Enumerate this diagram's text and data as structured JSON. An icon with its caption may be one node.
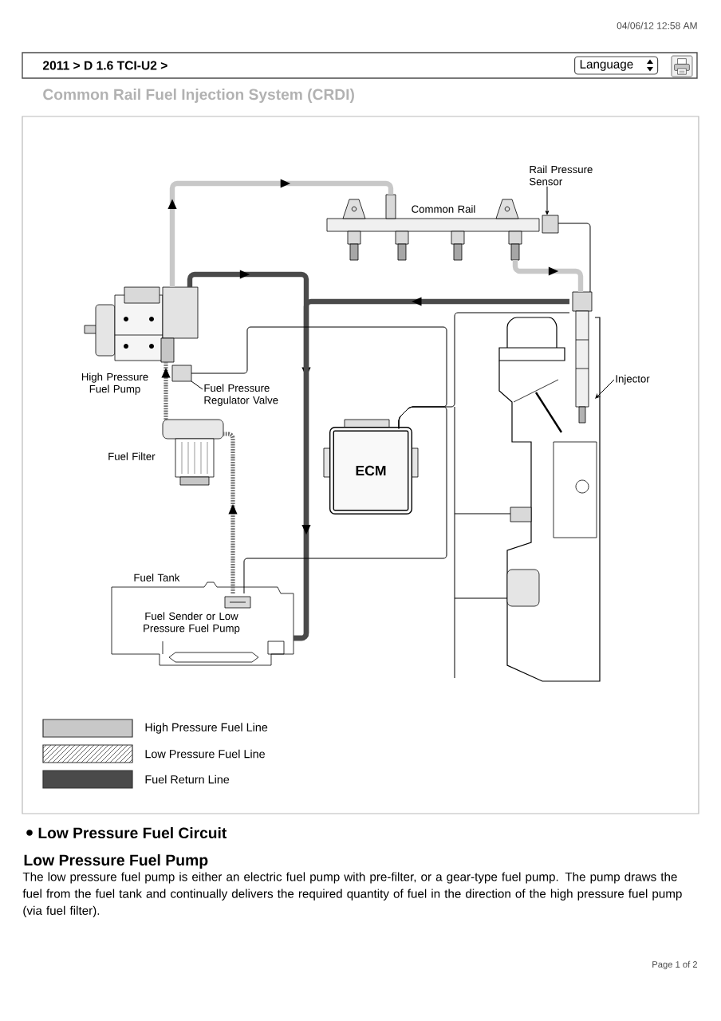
{
  "diagram": {
    "title": "Common Rail Fuel Injection System (CRDI)",
    "nodes": [
      {
        "text": [],
        "shape": "picture",
        "beside": [
          "High Pressure Fuel Pump"
        ]
      },
      {
        "text": [
          "Common Rail"
        ]
      },
      {
        "text": [],
        "shape": "box"
      },
      {
        "text": [
          "Rail Pressure Sensor"
        ]
      },
      {
        "text": [],
        "shape": "box"
      },
      {
        "text": [
          "Fuel Pressure Regulator Valve"
        ]
      },
      {
        "text": [],
        "shape": "picture",
        "beside": [
          "Fuel Filter"
        ]
      },
      {
        "text": [
          "ECM"
        ]
      },
      {
        "text": [],
        "shape": "picture"
      },
      {
        "text": [
          "Injector"
        ]
      },
      {
        "text": [],
        "shape": "picture",
        "beside": [
          "Fuel Tank"
        ]
      },
      {
        "text": [],
        "shape": "picture",
        "in": 10,
        "beside": [
          "Fuel Sender or Low Pressure Fuel Pump"
        ]
      }
    ],
    "edges": [
      {
        "from": 0,
        "to": 1,
        "arrow": "to",
        "style": "thick",
        "color": "#c8c8c8"
      },
      {
        "from": 1,
        "to": 8,
        "arrow": "to",
        "style": "thick",
        "color": "#c8c8c8"
      },
      {
        "from": 2,
        "to": 8,
        "arrow": "none"
      },
      {
        "from": 8,
        "to": 10,
        "arrow": "to",
        "style": "thick",
        "color": "#4a4a4a"
      },
      {
        "from": 0,
        "to": 10,
        "arrow": "to",
        "style": "thick",
        "color": "#4a4a4a"
      },
      {
        "from": 11,
        "to": 6,
        "arrow": "to",
        "style": "dashed",
        "color": "#6e6e6e"
      },
      {
        "from": 6,
        "to": 0,
        "arrow": "to",
        "style": "dashed",
        "color": "#6e6e6e"
      },
      {
        "from": 7,
        "to": 4,
        "arrow": "none"
      },
      {
        "from": 7,
        "to": 11,
        "arrow": "none"
      },
      {
        "from": 7,
        "to": 8,
        "arrow": "none"
      },
      {
        "from": 3,
        "to": 2,
        "arrow": "to"
      },
      {
        "from": 5,
        "to": 4,
        "arrow": "none"
      },
      {
        "from": 9,
        "to": 8,
        "arrow": "to"
      }
    ],
    "labels": [
      "04/06/12 12:58 AM",
      "2011 > D 1.6 TCI-U2 >",
      "Language",
      "Low Pressure Fuel Circuit",
      "Low Pressure Fuel Pump",
      "The low pressure fuel pump is either an electric fuel pump with pre-filter, or a gear-type fuel pump. The pump draws the fuel from the fuel tank and continually delivers the required quantity of fuel in the direction of the high pressure fuel pump (via fuel filter).",
      "Page 1 of 2"
    ],
    "legend": [
      {
        "text": "High Pressure Fuel Line",
        "color": "#c8c8c8"
      },
      {
        "text": "Low Pressure Fuel Line"
      },
      {
        "text": "Fuel Return Line",
        "color": "#4a4a4a"
      }
    ]
  }
}
